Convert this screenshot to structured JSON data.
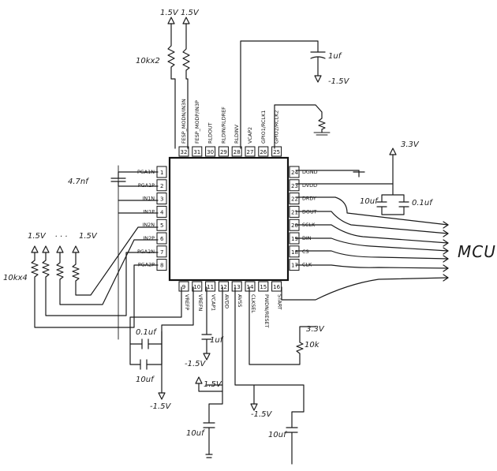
{
  "chip": {
    "pins_left": [
      {
        "num": "1",
        "label": "PGA1N"
      },
      {
        "num": "2",
        "label": "PGA1P"
      },
      {
        "num": "3",
        "label": "IN1N"
      },
      {
        "num": "4",
        "label": "IN1P"
      },
      {
        "num": "5",
        "label": "IN2N"
      },
      {
        "num": "6",
        "label": "IN2P"
      },
      {
        "num": "7",
        "label": "PGA2N"
      },
      {
        "num": "8",
        "label": "PGA2P"
      }
    ],
    "pins_bottom": [
      {
        "num": "9",
        "label": "VREFP"
      },
      {
        "num": "10",
        "label": "VREFN"
      },
      {
        "num": "11",
        "label": "VCAP1"
      },
      {
        "num": "12",
        "label": "AVDD"
      },
      {
        "num": "13",
        "label": "AVSS"
      },
      {
        "num": "14",
        "label": "CLKSEL"
      },
      {
        "num": "15",
        "label": "PWDN/RESET"
      },
      {
        "num": "16",
        "label": "START"
      }
    ],
    "pins_right": [
      {
        "num": "24",
        "label": "DGND"
      },
      {
        "num": "23",
        "label": "DVDD"
      },
      {
        "num": "22",
        "label": "DRDY"
      },
      {
        "num": "21",
        "label": "DOUT"
      },
      {
        "num": "20",
        "label": "SCLK"
      },
      {
        "num": "19",
        "label": "DIN"
      },
      {
        "num": "18",
        "label": "CS"
      },
      {
        "num": "17",
        "label": "CLK"
      }
    ],
    "pins_top": [
      {
        "num": "32",
        "label": "FESP_MODN/IN3N"
      },
      {
        "num": "31",
        "label": "FESP_MODP/IN3P"
      },
      {
        "num": "30",
        "label": "RLDOUT"
      },
      {
        "num": "29",
        "label": "RLDIN/RLDREF"
      },
      {
        "num": "28",
        "label": "RLDINV"
      },
      {
        "num": "27",
        "label": "VCAP2"
      },
      {
        "num": "26",
        "label": "GPIO1/RCLK1"
      },
      {
        "num": "25",
        "label": "GPIO2/RCLK2"
      }
    ]
  },
  "notes": {
    "top_v1": "1.5V",
    "top_v2": "1.5V",
    "res_top": "10kx2",
    "vcap2_cap": "1uf",
    "vcap2_v": "-1.5V",
    "pga_cap": "4.7nf",
    "supply_33": "3.3V",
    "dvdd_cap1": "10uf",
    "dvdd_cap2": "0.1uf",
    "mcu": "MCU",
    "left_v1": "1.5V",
    "left_v2": "1.5V",
    "left_dots": ". . .",
    "res_left": "10kx4",
    "vref_cap1": "0.1uf",
    "vref_cap2": "10uf",
    "vref_v": "-1.5V",
    "vcap1_cap": "1uf",
    "vcap1_v": "-1.5V",
    "avdd_v": "1.5V",
    "avdd_cap": "10uf",
    "avss_v": "-1.5V",
    "avss_cap": "10uf",
    "pwdn_v": "3.3V",
    "pwdn_res": "10k"
  }
}
